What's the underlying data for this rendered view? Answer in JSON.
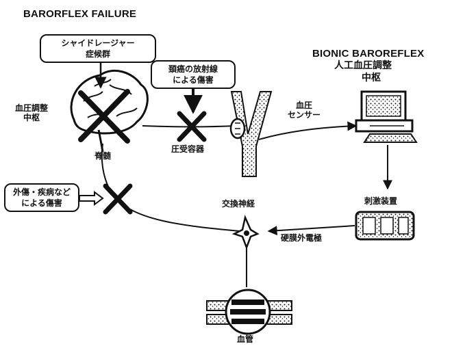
{
  "header": {
    "left_title": "BARORFLEX FAILURE",
    "right_title": "BIONIC BAROREFLEX",
    "right_sub1": "人工血圧調整",
    "right_sub2": "中枢"
  },
  "labels": {
    "shy_drager_line1": "シャイドレージャー",
    "shy_drager_line2": "症候群",
    "radiation_line1": "頚癌の放射線",
    "radiation_line2": "による傷害",
    "bp_center_line1": "血圧調整",
    "bp_center_line2": "中枢",
    "spinal_cord": "脊髄",
    "baroreceptor": "圧受容器",
    "bp_sensor_line1": "血圧",
    "bp_sensor_line2": "センサー",
    "injury_line1": "外傷・疾病など",
    "injury_line2": "による傷害",
    "sympathetic_nerve": "交換神経",
    "stimulator": "刺激装置",
    "epidural_electrode": "硬膜外電極",
    "blood_vessel": "血管"
  },
  "colors": {
    "ink": "#111111",
    "paper": "#ffffff"
  }
}
